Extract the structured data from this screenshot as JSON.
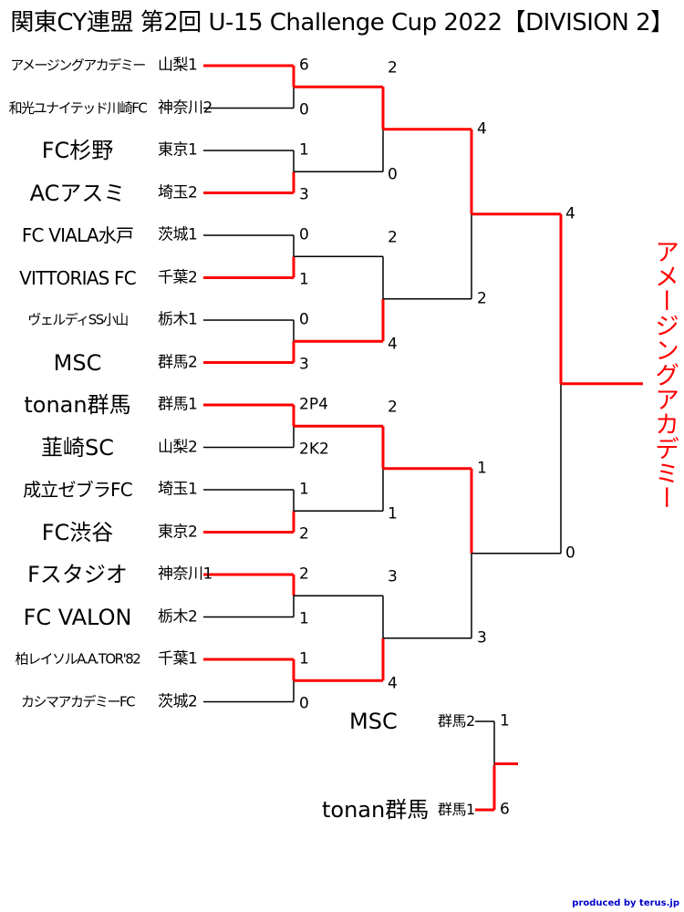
{
  "title": "関東CY連盟 第2回 U-15 Challenge Cup 2022【DIVISION 2】",
  "credit": "produced by terus.jp",
  "champion": "アメージングアカデミー",
  "colors": {
    "winner": "#ff0000",
    "line": "#000000",
    "credit": "#0000cc"
  },
  "teams": [
    {
      "name": "アメージングアカデミー",
      "pref": "山梨1",
      "size": "small"
    },
    {
      "name": "和光ユナイテッド川崎FC",
      "pref": "神奈川2",
      "size": "small"
    },
    {
      "name": "FC杉野",
      "pref": "東京1",
      "size": "big"
    },
    {
      "name": "ACアスミ",
      "pref": "埼玉2",
      "size": "big"
    },
    {
      "name": "FC VIALA水戸",
      "pref": "茨城1",
      "size": "mid"
    },
    {
      "name": "VITTORIAS FC",
      "pref": "千葉2",
      "size": "mid"
    },
    {
      "name": "ヴェルディSS小山",
      "pref": "栃木1",
      "size": "small"
    },
    {
      "name": "MSC",
      "pref": "群馬2",
      "size": "big"
    },
    {
      "name": "tonan群馬",
      "pref": "群馬1",
      "size": "big"
    },
    {
      "name": "韮崎SC",
      "pref": "山梨2",
      "size": "big"
    },
    {
      "name": "成立ゼブラFC",
      "pref": "埼玉1",
      "size": "mid"
    },
    {
      "name": "FC渋谷",
      "pref": "東京2",
      "size": "big"
    },
    {
      "name": "Fスタジオ",
      "pref": "神奈川1",
      "size": "big"
    },
    {
      "name": "FC VALON",
      "pref": "栃木2",
      "size": "big"
    },
    {
      "name": "柏レイソルA.A.TOR'82",
      "pref": "千葉1",
      "size": "small"
    },
    {
      "name": "カシマアカデミーFC",
      "pref": "茨城2",
      "size": "small"
    }
  ],
  "round1_scores": [
    "6",
    "0",
    "1",
    "3",
    "0",
    "1",
    "0",
    "3",
    "2P4",
    "2K2",
    "1",
    "2",
    "2",
    "1",
    "1",
    "0"
  ],
  "round2_scores": [
    "2",
    "0",
    "2",
    "4",
    "2",
    "1",
    "3",
    "4"
  ],
  "semifinal_scores": [
    "4",
    "2",
    "1",
    "3"
  ],
  "final_scores": [
    "4",
    "0"
  ],
  "third_place": {
    "team1": {
      "name": "MSC",
      "pref": "群馬2",
      "score": "1"
    },
    "team2": {
      "name": "tonan群馬",
      "pref": "群馬1",
      "score": "6"
    }
  },
  "results": {
    "round1_winners": [
      0,
      3,
      5,
      7,
      8,
      11,
      12,
      14
    ],
    "round2_winners": [
      0,
      7,
      8,
      14
    ],
    "semifinal_winners": [
      0,
      8
    ],
    "final_winner": 0,
    "third_place_winner": "team2"
  }
}
